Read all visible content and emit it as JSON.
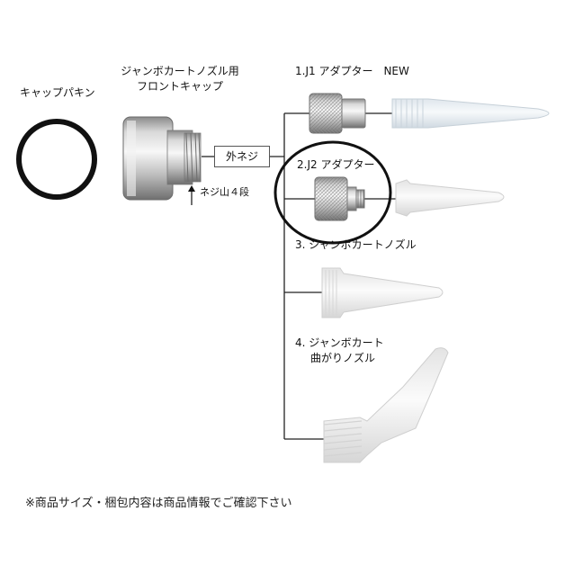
{
  "labels": {
    "packing": "キャップパキン",
    "front_cap_line1": "ジャンボカートノズル用",
    "front_cap_line2": "フロントキャップ",
    "outer_thread": "外ネジ",
    "thread_steps": "ネジ山４段",
    "item1": "1.J1 アダプター　NEW",
    "item2": "2.J2 アダプター",
    "item3": "3. ジャンボカートノズル",
    "item4_line1": "4. ジャンボカート",
    "item4_line2": "曲がりノズル"
  },
  "note": "※商品サイズ・梱包内容は商品情報でご確認下さい",
  "colors": {
    "metal_light": "#e6e6e6",
    "metal_mid": "#b9b9b9",
    "metal_dark": "#7c7c7c",
    "nozzle_white": "#f4f4f4",
    "nozzle_shadow": "#d2d2d2",
    "line": "#222222"
  }
}
